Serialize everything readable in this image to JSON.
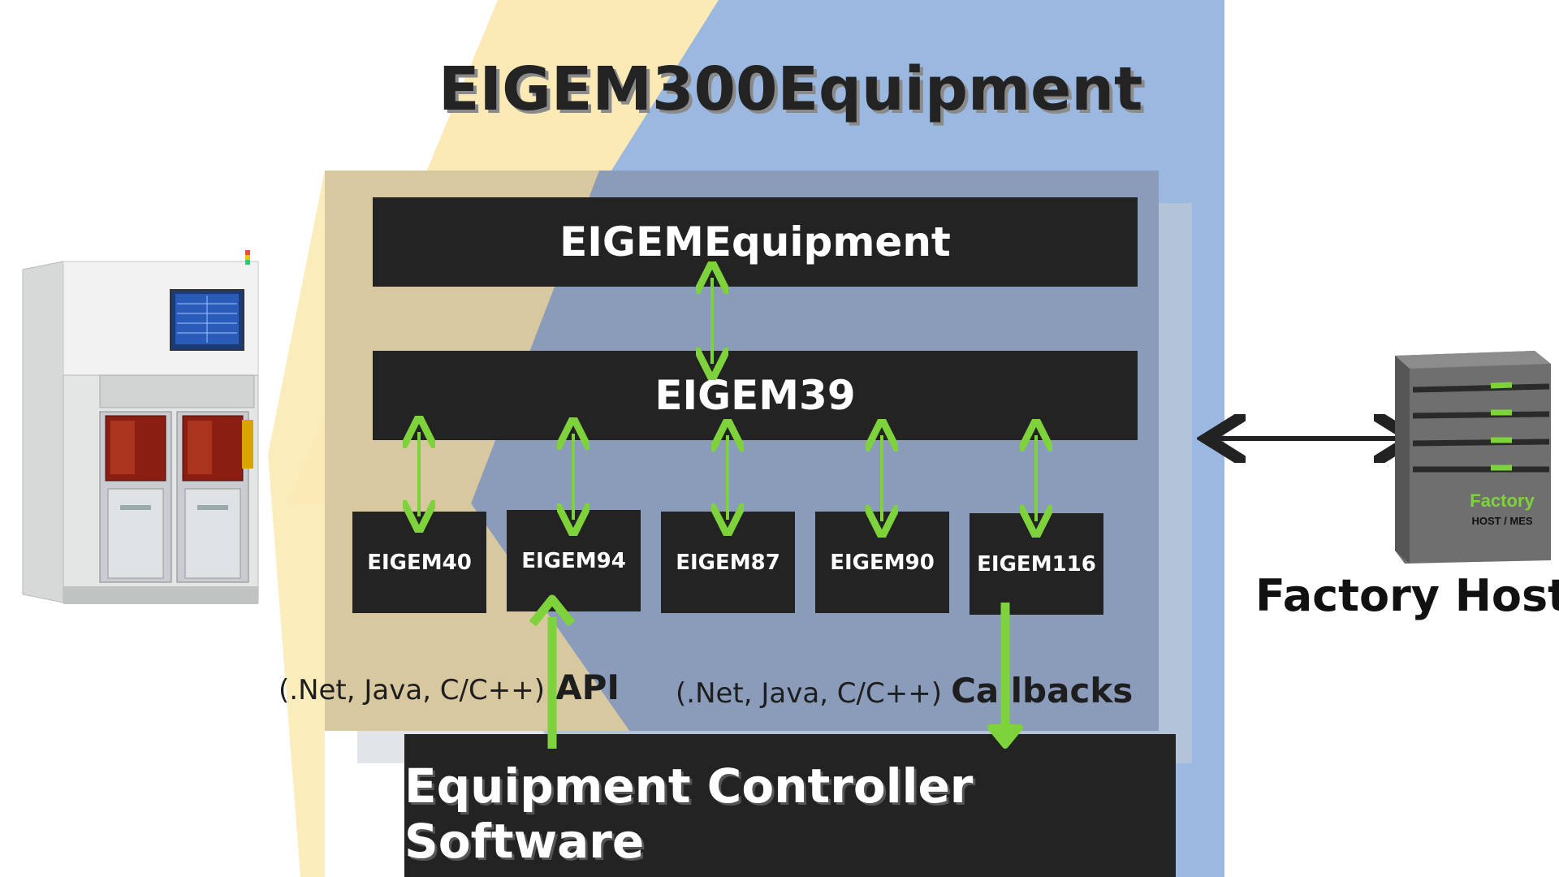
{
  "title": "EIGEM300Equipment",
  "layers": {
    "top": "EIGEMEquipment",
    "middle": "EIGEM39",
    "modules": [
      "EIGEM40",
      "EIGEM94",
      "EIGEM87",
      "EIGEM90",
      "EIGEM116"
    ]
  },
  "api_note": {
    "languages": "(.Net, Java, C/C++)",
    "label": "API"
  },
  "callbacks_note": {
    "languages": "(.Net, Java, C/C++)",
    "label": "Callbacks"
  },
  "controller": "Equipment Controller Software",
  "factory_host": {
    "label": "Factory Host",
    "server_line1": "Factory",
    "server_line2": "HOST / MES"
  },
  "colors": {
    "arrow_green": "#7ed23c",
    "panel_dark": "#232323",
    "blue_band": "#9ab8e0",
    "yellow_band": "#fbeab5"
  },
  "icons": [
    "semiconductor-tool-icon",
    "server-tower-icon"
  ]
}
